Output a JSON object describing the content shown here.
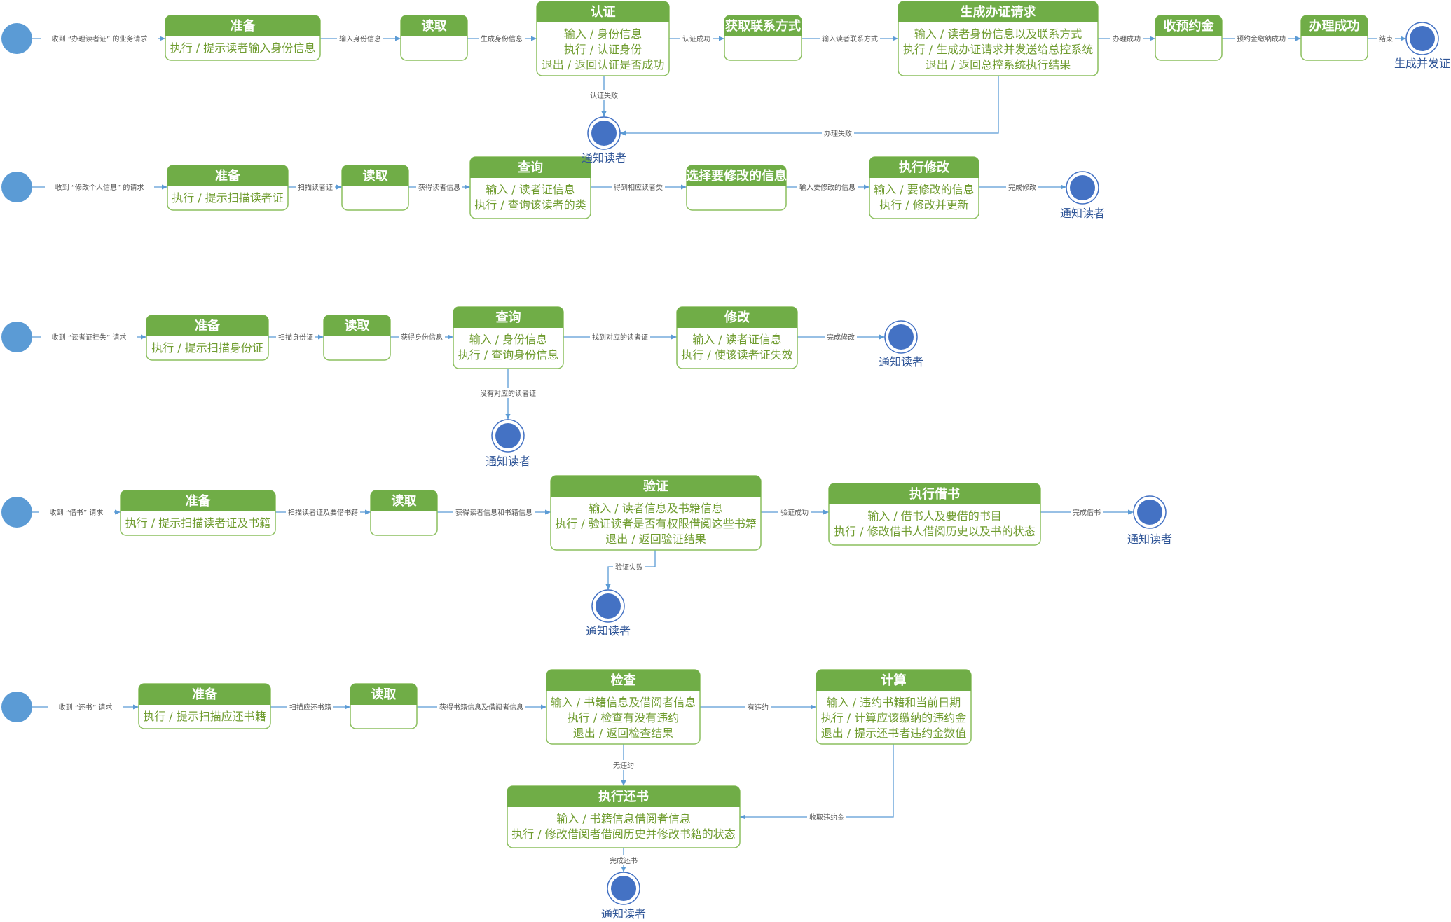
{
  "colors": {
    "state_header": "#70ad47",
    "state_border": "#8cbf5f",
    "state_text": "#6f9c2f",
    "start_node": "#5b9bd5",
    "end_node": "#4472c4",
    "edge": "#5b9bd5",
    "edge_label": "#555555"
  },
  "states": {
    "d1_prepare": {
      "title": "准备",
      "lines": [
        "执行 / 提示读者输入身份信息"
      ]
    },
    "d1_read": {
      "title": "读取",
      "lines": []
    },
    "d1_auth": {
      "title": "认证",
      "lines": [
        "输入 / 身份信息",
        "执行 / 认证身份",
        "退出 / 返回认证是否成功"
      ]
    },
    "d1_contact": {
      "title": "获取联系方式",
      "lines": []
    },
    "d1_gen": {
      "title": "生成办证请求",
      "lines": [
        "输入 / 读者身份信息以及联系方式",
        "执行 / 生成办证请求并发送给总控系统",
        "退出 / 返回总控系统执行结果"
      ]
    },
    "d1_deposit": {
      "title": "收预约金",
      "lines": []
    },
    "d1_success": {
      "title": "办理成功",
      "lines": []
    },
    "d2_prepare": {
      "title": "准备",
      "lines": [
        "执行 / 提示扫描读者证"
      ]
    },
    "d2_read": {
      "title": "读取",
      "lines": []
    },
    "d2_query": {
      "title": "查询",
      "lines": [
        "输入 / 读者证信息",
        "执行 / 查询该读者的类"
      ]
    },
    "d2_select": {
      "title": "选择要修改的信息",
      "lines": []
    },
    "d2_modify": {
      "title": "执行修改",
      "lines": [
        "输入 / 要修改的信息",
        "执行 / 修改并更新"
      ]
    },
    "d3_prepare": {
      "title": "准备",
      "lines": [
        "执行 / 提示扫描身份证"
      ]
    },
    "d3_read": {
      "title": "读取",
      "lines": []
    },
    "d3_query": {
      "title": "查询",
      "lines": [
        "输入 / 身份信息",
        "执行 / 查询身份信息"
      ]
    },
    "d3_modify": {
      "title": "修改",
      "lines": [
        "输入 / 读者证信息",
        "执行 / 使该读者证失效"
      ]
    },
    "d4_prepare": {
      "title": "准备",
      "lines": [
        "执行 / 提示扫描读者证及书籍"
      ]
    },
    "d4_read": {
      "title": "读取",
      "lines": []
    },
    "d4_verify": {
      "title": "验证",
      "lines": [
        "输入 / 读者信息及书籍信息",
        "执行 / 验证读者是否有权限借阅这些书籍",
        "退出 / 返回验证结果"
      ]
    },
    "d4_borrow": {
      "title": "执行借书",
      "lines": [
        "输入 / 借书人及要借的书目",
        "执行 / 修改借书人借阅历史以及书的状态"
      ]
    },
    "d5_prepare": {
      "title": "准备",
      "lines": [
        "执行 / 提示扫描应还书籍"
      ]
    },
    "d5_read": {
      "title": "读取",
      "lines": []
    },
    "d5_check": {
      "title": "检查",
      "lines": [
        "输入 / 书籍信息及借阅者信息",
        "执行 / 检查有没有违约",
        "退出 / 返回检查结果"
      ]
    },
    "d5_calc": {
      "title": "计算",
      "lines": [
        "输入 / 违约书籍和当前日期",
        "执行 / 计算应该缴纳的违约金",
        "退出 / 提示还书者违约金数值"
      ]
    },
    "d5_return": {
      "title": "执行还书",
      "lines": [
        "输入 / 书籍信息借阅者信息",
        "执行 / 修改借阅者借阅历史并修改书籍的状态"
      ]
    }
  },
  "end_labels": {
    "d1_gen_card": "生成并发证",
    "d1_notify": "通知读者",
    "d2_notify": "通知读者",
    "d3_notify_ok": "通知读者",
    "d3_notify_none": "通知读者",
    "d4_notify_ok": "通知读者",
    "d4_notify_fail": "通知读者",
    "d5_notify": "通知读者"
  },
  "edge_labels": {
    "d1_start": "收到 “办理读者证” 的业务请求",
    "d1_input_id": "输入身份信息",
    "d1_gen_id": "生成身份信息",
    "d1_auth_ok": "认证成功",
    "d1_input_contact": "输入读者联系方式",
    "d1_done": "办理成功",
    "d1_paid": "预约金缴纳成功",
    "d1_end": "结束",
    "d1_auth_fail": "认证失败",
    "d1_fail": "办理失败",
    "d2_start": "收到 “修改个人信息” 的请求",
    "d2_scan": "扫描读者证",
    "d2_got": "获得读者信息",
    "d2_found": "得到相应读者类",
    "d2_input": "输入要修改的信息",
    "d2_done": "完成修改",
    "d3_start": "收到 “读者证挂失” 请求",
    "d3_scan": "扫描身份证",
    "d3_got": "获得身份信息",
    "d3_found": "找到对应的读者证",
    "d3_done": "完成修改",
    "d3_none": "没有对应的读者证",
    "d4_start": "收到 “借书” 请求",
    "d4_scan": "扫描读者证及要借书籍",
    "d4_got": "获得读者信息和书籍信息",
    "d4_ok": "验证成功",
    "d4_done": "完成借书",
    "d4_fail": "验证失败",
    "d5_start": "收到 “还书” 请求",
    "d5_scan": "扫描应还书籍",
    "d5_got": "获得书籍信息及借阅者信息",
    "d5_breach": "有违约",
    "d5_no_breach": "无违约",
    "d5_fee": "收取违约金",
    "d5_done": "完成还书"
  }
}
